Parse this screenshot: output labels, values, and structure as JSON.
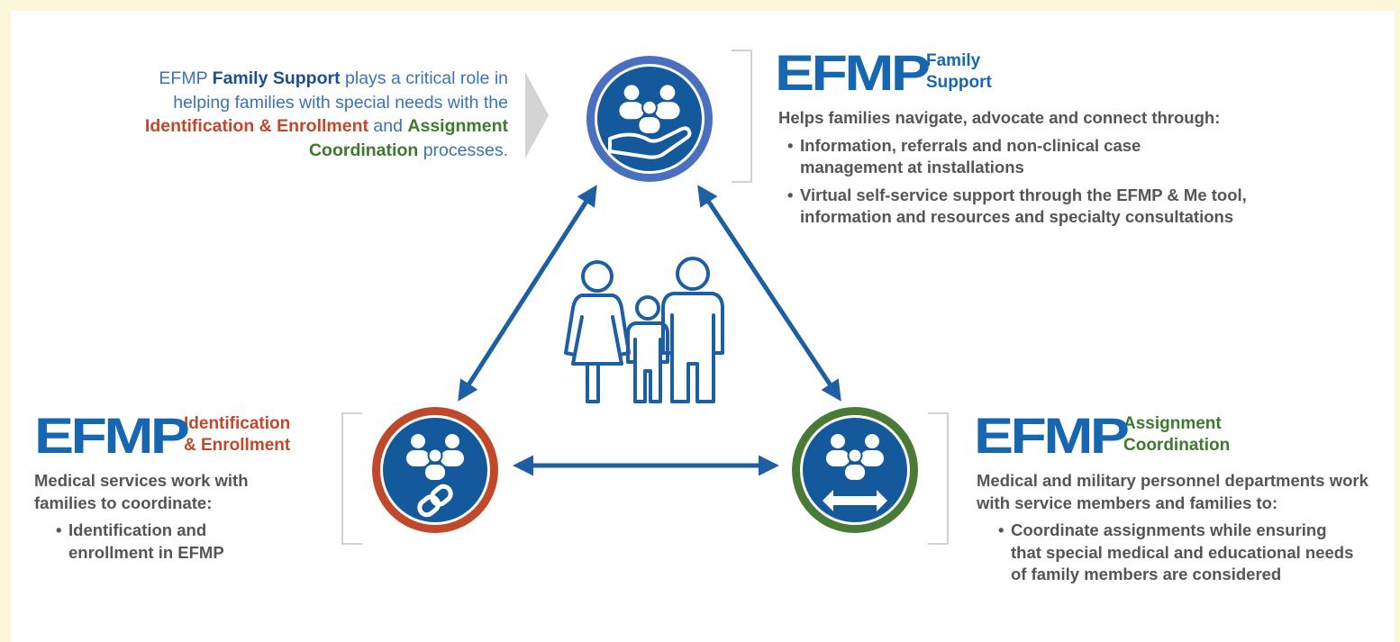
{
  "intro": {
    "p1": "EFMP ",
    "family_support": "Family Support",
    "p2": " plays a critical role in helping families with special needs with the ",
    "identification_enrollment": "Identification & Enrollment",
    "p3": " and ",
    "assignment_coordination": "Assignment Coordination",
    "p4": " processes."
  },
  "family_support": {
    "brand": "EFMP",
    "sub1": "Family",
    "sub2": "Support",
    "lead": "Helps families navigate, advocate and connect through:",
    "bullets": [
      "Information, referrals and non-clinical case management at installations",
      "Virtual self-service support through the EFMP & Me tool, information and resources and specialty consultations"
    ]
  },
  "identification": {
    "brand": "EFMP",
    "sub1": "Identification",
    "sub2": "& Enrollment",
    "lead": "Medical services work with families to coordinate:",
    "bullets": [
      "Identification and enrollment in EFMP"
    ]
  },
  "assignment": {
    "brand": "EFMP",
    "sub1": "Assignment",
    "sub2": "Coordination",
    "lead": "Medical and military personnel departments work with service members and families to:",
    "bullets": [
      "Coordinate assignments while ensuring that special medical and educational needs of family members are considered"
    ]
  },
  "colors": {
    "brand_blue": "#1766b0",
    "circle_blue": "#13599c",
    "ring_blue": "#4a6fbf",
    "ring_red": "#c0482b",
    "ring_green": "#4a7b36",
    "arrow_blue": "#1d5fa2",
    "text_gray": "#555555",
    "background": "#fdf7d9"
  },
  "icons": {
    "top": "family-in-hand-icon",
    "left": "family-link-icon",
    "right": "family-exchange-icon",
    "center": "family-figures-icon"
  }
}
